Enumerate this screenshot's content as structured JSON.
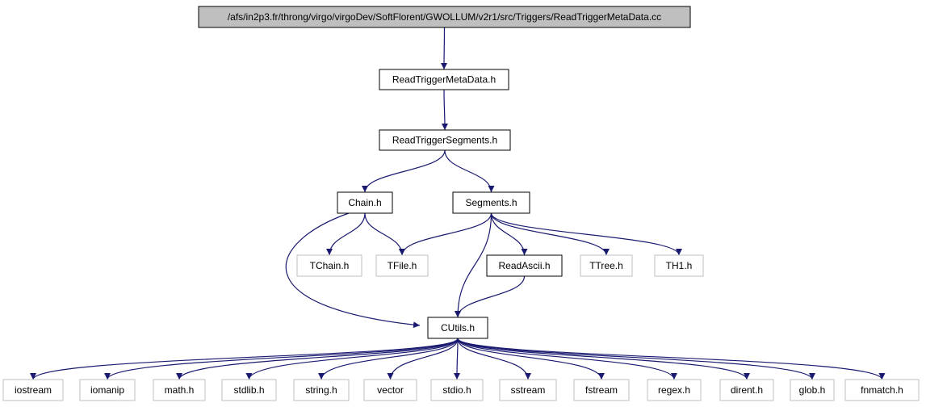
{
  "colors": {
    "edge": "#191970",
    "root_fill": "#bfbfbf",
    "border_main": "#000000",
    "border_system": "#bfbfbf",
    "text": "#000000",
    "fill": "#ffffff"
  },
  "nodes": [
    {
      "id": "root",
      "label": "/afs/in2p3.fr/throng/virgo/virgoDev/SoftFlorent/GWOLLUM/v2r1/src/Triggers/ReadTriggerMetaData.cc",
      "kind": "root"
    },
    {
      "id": "readtriggermetadata_h",
      "label": "ReadTriggerMetaData.h",
      "kind": "main"
    },
    {
      "id": "readtriggersegments_h",
      "label": "ReadTriggerSegments.h",
      "kind": "main"
    },
    {
      "id": "chain_h",
      "label": "Chain.h",
      "kind": "main"
    },
    {
      "id": "segments_h",
      "label": "Segments.h",
      "kind": "main"
    },
    {
      "id": "tchain_h",
      "label": "TChain.h",
      "kind": "system"
    },
    {
      "id": "tfile_h",
      "label": "TFile.h",
      "kind": "system"
    },
    {
      "id": "readascii_h",
      "label": "ReadAscii.h",
      "kind": "main"
    },
    {
      "id": "ttree_h",
      "label": "TTree.h",
      "kind": "system"
    },
    {
      "id": "th1_h",
      "label": "TH1.h",
      "kind": "system"
    },
    {
      "id": "cutils_h",
      "label": "CUtils.h",
      "kind": "main"
    },
    {
      "id": "iostream",
      "label": "iostream",
      "kind": "system"
    },
    {
      "id": "iomanip",
      "label": "iomanip",
      "kind": "system"
    },
    {
      "id": "math_h",
      "label": "math.h",
      "kind": "system"
    },
    {
      "id": "stdlib_h",
      "label": "stdlib.h",
      "kind": "system"
    },
    {
      "id": "string_h",
      "label": "string.h",
      "kind": "system"
    },
    {
      "id": "vector",
      "label": "vector",
      "kind": "system"
    },
    {
      "id": "stdio_h",
      "label": "stdio.h",
      "kind": "system"
    },
    {
      "id": "sstream",
      "label": "sstream",
      "kind": "system"
    },
    {
      "id": "fstream",
      "label": "fstream",
      "kind": "system"
    },
    {
      "id": "regex_h",
      "label": "regex.h",
      "kind": "system"
    },
    {
      "id": "dirent_h",
      "label": "dirent.h",
      "kind": "system"
    },
    {
      "id": "glob_h",
      "label": "glob.h",
      "kind": "system"
    },
    {
      "id": "fnmatch_h",
      "label": "fnmatch.h",
      "kind": "system"
    }
  ],
  "edges": [
    {
      "from": "root",
      "to": "readtriggermetadata_h"
    },
    {
      "from": "readtriggermetadata_h",
      "to": "readtriggersegments_h"
    },
    {
      "from": "readtriggersegments_h",
      "to": "chain_h"
    },
    {
      "from": "readtriggersegments_h",
      "to": "segments_h"
    },
    {
      "from": "chain_h",
      "to": "tchain_h"
    },
    {
      "from": "chain_h",
      "to": "tfile_h"
    },
    {
      "from": "chain_h",
      "to": "cutils_h"
    },
    {
      "from": "segments_h",
      "to": "tfile_h"
    },
    {
      "from": "segments_h",
      "to": "cutils_h"
    },
    {
      "from": "segments_h",
      "to": "readascii_h"
    },
    {
      "from": "segments_h",
      "to": "ttree_h"
    },
    {
      "from": "segments_h",
      "to": "th1_h"
    },
    {
      "from": "readascii_h",
      "to": "cutils_h"
    },
    {
      "from": "cutils_h",
      "to": "iostream"
    },
    {
      "from": "cutils_h",
      "to": "iomanip"
    },
    {
      "from": "cutils_h",
      "to": "math_h"
    },
    {
      "from": "cutils_h",
      "to": "stdlib_h"
    },
    {
      "from": "cutils_h",
      "to": "string_h"
    },
    {
      "from": "cutils_h",
      "to": "vector"
    },
    {
      "from": "cutils_h",
      "to": "stdio_h"
    },
    {
      "from": "cutils_h",
      "to": "sstream"
    },
    {
      "from": "cutils_h",
      "to": "fstream"
    },
    {
      "from": "cutils_h",
      "to": "regex_h"
    },
    {
      "from": "cutils_h",
      "to": "dirent_h"
    },
    {
      "from": "cutils_h",
      "to": "glob_h"
    },
    {
      "from": "cutils_h",
      "to": "fnmatch_h"
    }
  ]
}
